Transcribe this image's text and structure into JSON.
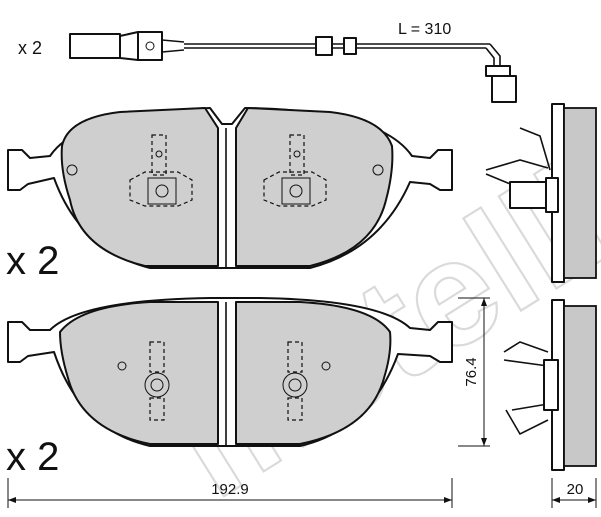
{
  "sensor": {
    "quantity_label": "x 2",
    "length_label": "L = 310"
  },
  "pads": {
    "upper_quantity_label": "x 2",
    "lower_quantity_label": "x 2"
  },
  "dimensions": {
    "width_label": "192.9",
    "height_label": "76.4",
    "thickness_label": "20"
  },
  "watermark": {
    "brand": "metelli"
  },
  "colors": {
    "pad_fill": "#cfcfcf",
    "line": "#111111",
    "watermark": "#bdbdbd"
  }
}
